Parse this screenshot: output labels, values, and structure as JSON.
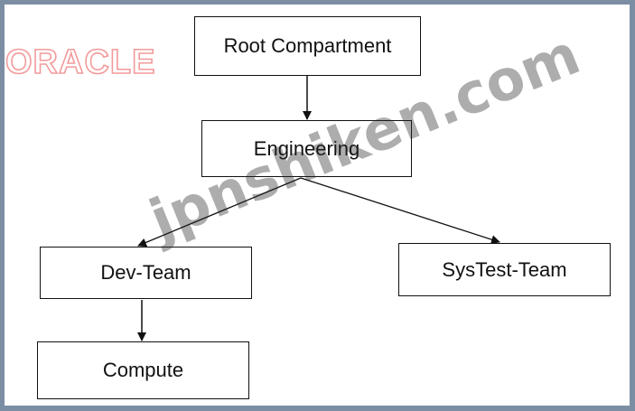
{
  "diagram": {
    "nodes": {
      "root": "Root Compartment",
      "engineering": "Engineering",
      "dev_team": "Dev-Team",
      "systest_team": "SysTest-Team",
      "compute": "Compute"
    },
    "edges": [
      {
        "from": "Root Compartment",
        "to": "Engineering"
      },
      {
        "from": "Engineering",
        "to": "Dev-Team"
      },
      {
        "from": "Engineering",
        "to": "SysTest-Team"
      },
      {
        "from": "Dev-Team",
        "to": "Compute"
      }
    ]
  },
  "branding": {
    "logo_text": "ORACLE",
    "logo_color": "#f39a9a",
    "watermark_text": "jpnshiken.com"
  },
  "colors": {
    "border": "#7c8ea3",
    "stroke": "#111111"
  }
}
